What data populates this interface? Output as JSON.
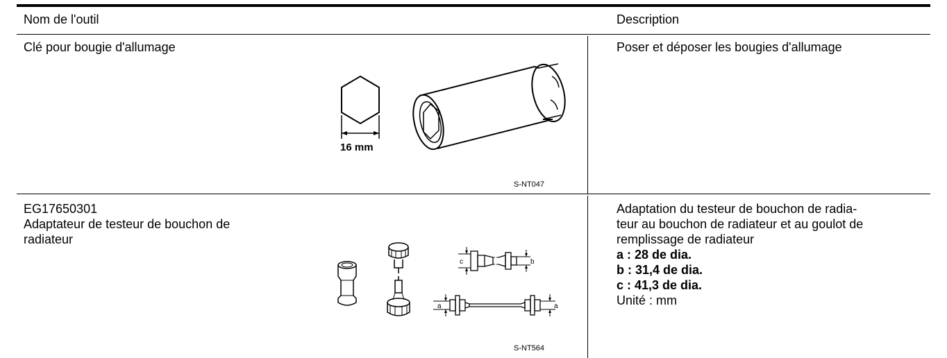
{
  "header": {
    "tool_name": "Nom de l'outil",
    "description": "Description"
  },
  "rows": [
    {
      "name": "Clé pour bougie d'allumage",
      "figure_label": "16 mm",
      "figure_code": "S-NT047",
      "description_lines": [
        "Poser et déposer les bougies d'allumage"
      ],
      "icons": [
        "hex-socket-icon",
        "spark-plug-socket-wrench-icon"
      ]
    },
    {
      "part_number": "EG17650301",
      "name_lines": [
        "Adaptateur de testeur de bouchon de",
        "radiateur"
      ],
      "figure_code": "S-NT564",
      "dim_labels": {
        "a": "a",
        "b": "b",
        "c": "c"
      },
      "description_lines": [
        "Adaptation du testeur de bouchon de radia-",
        "teur au bouchon de radiateur et au goulot de",
        "remplissage de radiateur"
      ],
      "specs": [
        "a : 28 de dia.",
        "b : 31,4 de dia.",
        "c : 41,3 de dia."
      ],
      "unit": "Unité : mm",
      "icons": [
        "adapter-sleeve-icon",
        "cap-adapter-icon",
        "adapter-dimension-diagram-icon"
      ]
    }
  ]
}
